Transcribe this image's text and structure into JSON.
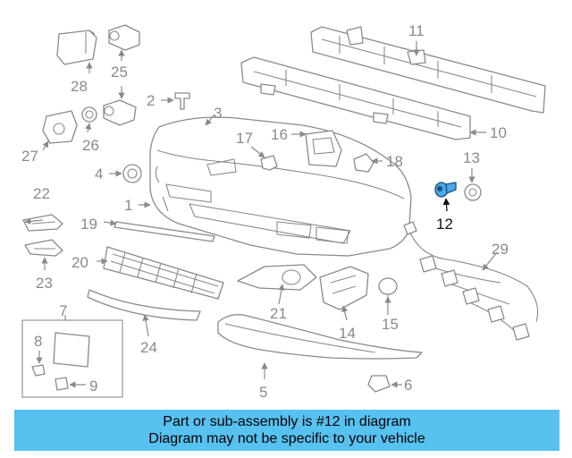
{
  "diagram": {
    "highlighted_part": "12",
    "callouts": [
      "1",
      "2",
      "3",
      "4",
      "5",
      "6",
      "7",
      "8",
      "9",
      "10",
      "11",
      "12",
      "13",
      "14",
      "15",
      "16",
      "17",
      "18",
      "19",
      "20",
      "21",
      "22",
      "23",
      "24",
      "25",
      "26",
      "27",
      "28",
      "29"
    ]
  },
  "banner": {
    "line1": "Part or sub-assembly is #12 in diagram",
    "line2": "Diagram may not be specific to your vehicle"
  },
  "colors": {
    "banner_bg": "#57c1ef",
    "highlight": "#4aa8e8",
    "line_art": "#8a8a8a"
  }
}
